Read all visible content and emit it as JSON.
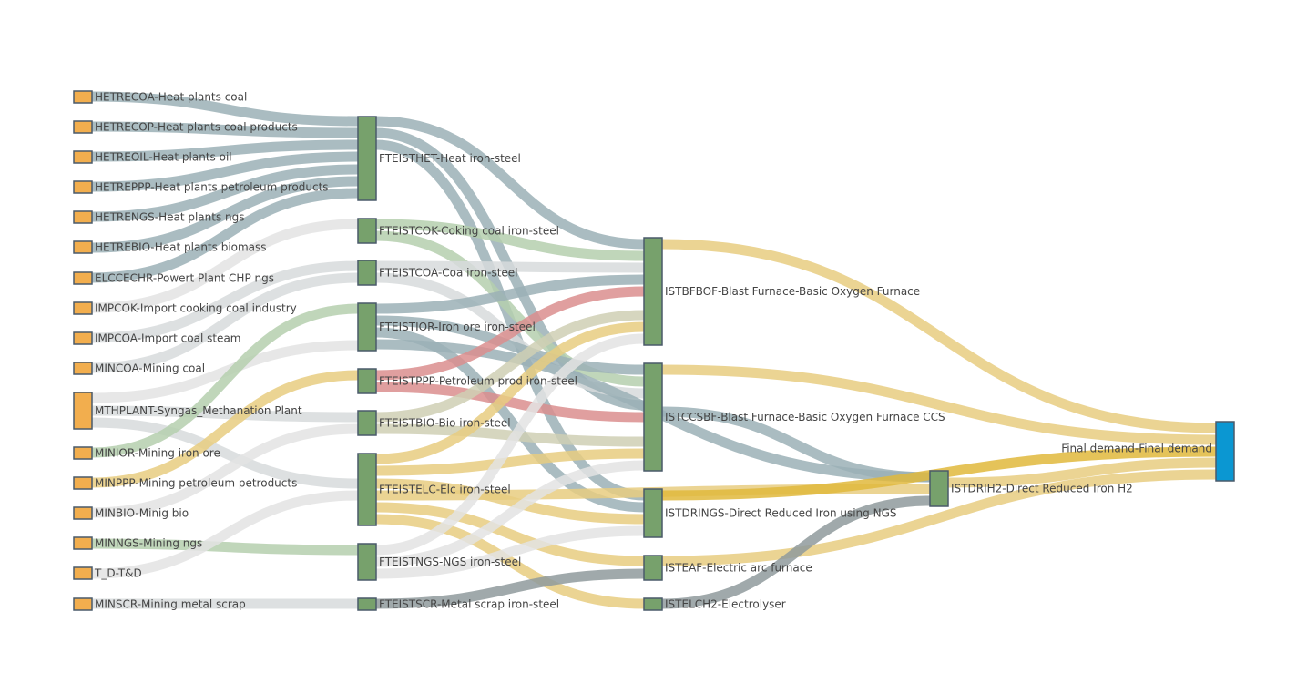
{
  "chart_data": {
    "type": "sankey",
    "colors": {
      "source_node": "#f2ae4e",
      "intermediate_node": "#77a16c",
      "demand_node": "#0b97d2",
      "node_border": "#4a5a6a",
      "link_heat": "#9bb0b6",
      "link_coal": "#d7dadc",
      "link_light": "#e3e3e3",
      "link_green": "#b5cfae",
      "link_red": "#db8e8e",
      "link_bio": "#cfcfb4",
      "link_elec": "#e8cd80",
      "link_h2": "#e0b93c",
      "link_grey": "#8f9a9c"
    },
    "nodes": [
      {
        "id": "HETRECOA",
        "label": "HETRECOA-Heat plants coal",
        "kind": "source_node"
      },
      {
        "id": "HETRECOP",
        "label": "HETRECOP-Heat plants coal products",
        "kind": "source_node"
      },
      {
        "id": "HETREOIL",
        "label": "HETREOIL-Heat plants oil",
        "kind": "source_node"
      },
      {
        "id": "HETREPPP",
        "label": "HETREPPP-Heat plants petroleum products",
        "kind": "source_node"
      },
      {
        "id": "HETRENGS",
        "label": "HETRENGS-Heat plants ngs",
        "kind": "source_node"
      },
      {
        "id": "HETREBIO",
        "label": "HETREBIO-Heat plants biomass",
        "kind": "source_node"
      },
      {
        "id": "ELCCECHR",
        "label": "ELCCECHR-Powert Plant CHP  ngs",
        "kind": "source_node"
      },
      {
        "id": "IMPCOK",
        "label": "IMPCOK-Import cooking coal industry",
        "kind": "source_node"
      },
      {
        "id": "IMPCOA",
        "label": "IMPCOA-Import coal steam",
        "kind": "source_node"
      },
      {
        "id": "MINCOA",
        "label": "MINCOA-Mining coal",
        "kind": "source_node"
      },
      {
        "id": "MTHPLANT",
        "label": "MTHPLANT-Syngas_Methanation Plant",
        "kind": "source_node"
      },
      {
        "id": "MINIOR",
        "label": "MINIOR-Mining iron ore",
        "kind": "source_node"
      },
      {
        "id": "MINPPP",
        "label": "MINPPP-Mining petroleum petroducts",
        "kind": "source_node"
      },
      {
        "id": "MINBIO",
        "label": "MINBIO-Minig bio",
        "kind": "source_node"
      },
      {
        "id": "MINNGS",
        "label": "MINNGS-Mining ngs",
        "kind": "source_node"
      },
      {
        "id": "T_D",
        "label": "T_D-T&D",
        "kind": "source_node"
      },
      {
        "id": "MINSCR",
        "label": "MINSCR-Mining metal scrap",
        "kind": "source_node"
      },
      {
        "id": "FTEISTHET",
        "label": "FTEISTHET-Heat iron-steel",
        "kind": "intermediate_node"
      },
      {
        "id": "FTEISTCOK",
        "label": "FTEISTCOK-Coking coal iron-steel",
        "kind": "intermediate_node"
      },
      {
        "id": "FTEISTCOA",
        "label": "FTEISTCOA-Coa iron-steel",
        "kind": "intermediate_node"
      },
      {
        "id": "FTEISTIOR",
        "label": "FTEISTIOR-Iron ore iron-steel",
        "kind": "intermediate_node"
      },
      {
        "id": "FTEISTPPP",
        "label": "FTEISTPPP-Petroleum prod iron-steel",
        "kind": "intermediate_node"
      },
      {
        "id": "FTEISTBIO",
        "label": "FTEISTBIO-Bio iron-steel",
        "kind": "intermediate_node"
      },
      {
        "id": "FTEISTELC",
        "label": "FTEISTELC-Elc iron-steel",
        "kind": "intermediate_node"
      },
      {
        "id": "FTEISTNGS",
        "label": "FTEISTNGS-NGS iron-steel",
        "kind": "intermediate_node"
      },
      {
        "id": "FTEISTSCR",
        "label": "FTEISTSCR-Metal scrap iron-steel",
        "kind": "intermediate_node"
      },
      {
        "id": "ISTBFBOF",
        "label": "ISTBFBOF-Blast Furnace-Basic Oxygen Furnace",
        "kind": "intermediate_node"
      },
      {
        "id": "ISTCCSBF",
        "label": "ISTCCSBF-Blast Furnace-Basic Oxygen Furnace CCS",
        "kind": "intermediate_node"
      },
      {
        "id": "ISTDRINGS",
        "label": "ISTDRINGS-Direct Reduced Iron using NGS",
        "kind": "intermediate_node"
      },
      {
        "id": "ISTEAF",
        "label": "ISTEAF-Electric arc furnace",
        "kind": "intermediate_node"
      },
      {
        "id": "ISTELCH2",
        "label": "ISTELCH2-Electrolyser",
        "kind": "intermediate_node"
      },
      {
        "id": "ISTDRIH2",
        "label": "ISTDRIH2-Direct Reduced Iron H2",
        "kind": "intermediate_node"
      },
      {
        "id": "FINAL",
        "label": "Final demand-Final demand",
        "kind": "demand_node"
      }
    ],
    "links": [
      {
        "source": "HETRECOA",
        "target": "FTEISTHET",
        "value": 1,
        "color": "link_heat"
      },
      {
        "source": "HETRECOP",
        "target": "FTEISTHET",
        "value": 1,
        "color": "link_heat"
      },
      {
        "source": "HETREOIL",
        "target": "FTEISTHET",
        "value": 1,
        "color": "link_heat"
      },
      {
        "source": "HETREPPP",
        "target": "FTEISTHET",
        "value": 1,
        "color": "link_heat"
      },
      {
        "source": "HETRENGS",
        "target": "FTEISTHET",
        "value": 1,
        "color": "link_heat"
      },
      {
        "source": "HETREBIO",
        "target": "FTEISTHET",
        "value": 1,
        "color": "link_heat"
      },
      {
        "source": "ELCCECHR",
        "target": "FTEISTHET",
        "value": 1,
        "color": "link_heat"
      },
      {
        "source": "IMPCOK",
        "target": "FTEISTCOK",
        "value": 1,
        "color": "link_light"
      },
      {
        "source": "IMPCOA",
        "target": "FTEISTCOA",
        "value": 1,
        "color": "link_coal"
      },
      {
        "source": "MINCOA",
        "target": "FTEISTCOA",
        "value": 1,
        "color": "link_coal"
      },
      {
        "source": "MTHPLANT",
        "target": "FTEISTIOR",
        "value": 1,
        "color": "link_light"
      },
      {
        "source": "MTHPLANT",
        "target": "FTEISTBIO",
        "value": 1,
        "color": "link_coal"
      },
      {
        "source": "MTHPLANT",
        "target": "FTEISTELC",
        "value": 1,
        "color": "link_coal"
      },
      {
        "source": "MINIOR",
        "target": "FTEISTIOR",
        "value": 1,
        "color": "link_green"
      },
      {
        "source": "MINPPP",
        "target": "FTEISTPPP",
        "value": 1,
        "color": "link_elec"
      },
      {
        "source": "MINBIO",
        "target": "FTEISTBIO",
        "value": 1,
        "color": "link_light"
      },
      {
        "source": "MINNGS",
        "target": "FTEISTNGS",
        "value": 1,
        "color": "link_green"
      },
      {
        "source": "T_D",
        "target": "FTEISTELC",
        "value": 1,
        "color": "link_light"
      },
      {
        "source": "MINSCR",
        "target": "FTEISTSCR",
        "value": 1,
        "color": "link_coal"
      },
      {
        "source": "FTEISTHET",
        "target": "ISTBFBOF",
        "value": 1,
        "color": "link_heat"
      },
      {
        "source": "FTEISTHET",
        "target": "ISTCCSBF",
        "value": 1,
        "color": "link_heat"
      },
      {
        "source": "FTEISTHET",
        "target": "ISTDRINGS",
        "value": 1,
        "color": "link_heat"
      },
      {
        "source": "FTEISTCOK",
        "target": "ISTBFBOF",
        "value": 1,
        "color": "link_green"
      },
      {
        "source": "FTEISTCOK",
        "target": "ISTCCSBF",
        "value": 1,
        "color": "link_green"
      },
      {
        "source": "FTEISTCOA",
        "target": "ISTBFBOF",
        "value": 1,
        "color": "link_coal"
      },
      {
        "source": "FTEISTCOA",
        "target": "ISTCCSBF",
        "value": 1,
        "color": "link_coal"
      },
      {
        "source": "FTEISTIOR",
        "target": "ISTBFBOF",
        "value": 1,
        "color": "link_heat"
      },
      {
        "source": "FTEISTIOR",
        "target": "ISTCCSBF",
        "value": 1,
        "color": "link_heat"
      },
      {
        "source": "FTEISTIOR",
        "target": "ISTDRINGS",
        "value": 1,
        "color": "link_heat"
      },
      {
        "source": "FTEISTIOR",
        "target": "ISTDRIH2",
        "value": 1,
        "color": "link_heat"
      },
      {
        "source": "FTEISTPPP",
        "target": "ISTBFBOF",
        "value": 1,
        "color": "link_red"
      },
      {
        "source": "FTEISTPPP",
        "target": "ISTCCSBF",
        "value": 1,
        "color": "link_red"
      },
      {
        "source": "FTEISTBIO",
        "target": "ISTBFBOF",
        "value": 1,
        "color": "link_bio"
      },
      {
        "source": "FTEISTBIO",
        "target": "ISTCCSBF",
        "value": 1,
        "color": "link_bio"
      },
      {
        "source": "FTEISTELC",
        "target": "ISTBFBOF",
        "value": 1,
        "color": "link_elec"
      },
      {
        "source": "FTEISTELC",
        "target": "ISTCCSBF",
        "value": 1,
        "color": "link_elec"
      },
      {
        "source": "FTEISTELC",
        "target": "ISTDRINGS",
        "value": 1,
        "color": "link_elec"
      },
      {
        "source": "FTEISTELC",
        "target": "ISTEAF",
        "value": 1,
        "color": "link_elec"
      },
      {
        "source": "FTEISTELC",
        "target": "ISTELCH2",
        "value": 1,
        "color": "link_elec"
      },
      {
        "source": "FTEISTELC",
        "target": "ISTDRIH2",
        "value": 1,
        "color": "link_elec"
      },
      {
        "source": "FTEISTNGS",
        "target": "ISTBFBOF",
        "value": 1,
        "color": "link_light"
      },
      {
        "source": "FTEISTNGS",
        "target": "ISTCCSBF",
        "value": 1,
        "color": "link_light"
      },
      {
        "source": "FTEISTNGS",
        "target": "ISTDRINGS",
        "value": 1,
        "color": "link_light"
      },
      {
        "source": "FTEISTSCR",
        "target": "ISTEAF",
        "value": 1,
        "color": "link_grey"
      },
      {
        "source": "ISTBFBOF",
        "target": "FINAL",
        "value": 1,
        "color": "link_elec"
      },
      {
        "source": "ISTCCSBF",
        "target": "FINAL",
        "value": 1,
        "color": "link_elec"
      },
      {
        "source": "ISTCCSBF",
        "target": "ISTDRIH2",
        "value": 1,
        "color": "link_heat"
      },
      {
        "source": "ISTDRINGS",
        "target": "FINAL",
        "value": 1,
        "color": "link_h2"
      },
      {
        "source": "ISTEAF",
        "target": "FINAL",
        "value": 1,
        "color": "link_elec"
      },
      {
        "source": "ISTELCH2",
        "target": "ISTDRIH2",
        "value": 1,
        "color": "link_grey"
      },
      {
        "source": "ISTDRIH2",
        "target": "FINAL",
        "value": 1,
        "color": "link_elec"
      }
    ]
  }
}
